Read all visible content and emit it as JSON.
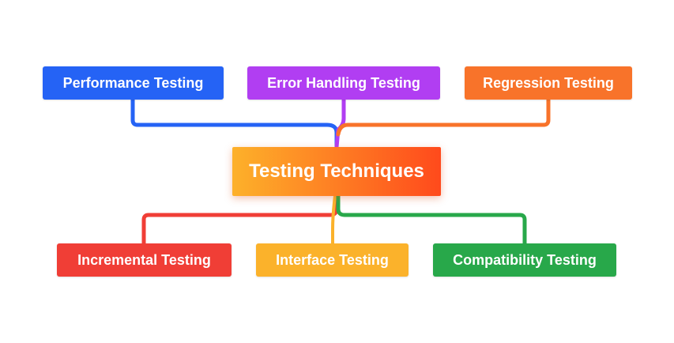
{
  "central_topic": {
    "label": "Testing Techniques",
    "color_start": "#FDB12A",
    "color_end": "#FF4A1C"
  },
  "top_branches": [
    {
      "label": "Performance Testing",
      "color": "#2563F5"
    },
    {
      "label": "Error Handling Testing",
      "color": "#B13EF2"
    },
    {
      "label": "Regression Testing",
      "color": "#F8732A"
    }
  ],
  "bottom_branches": [
    {
      "label": "Incremental Testing",
      "color": "#F03E36"
    },
    {
      "label": "Interface Testing",
      "color": "#FBB22B"
    },
    {
      "label": "Compatibility Testing",
      "color": "#28A84A"
    }
  ]
}
